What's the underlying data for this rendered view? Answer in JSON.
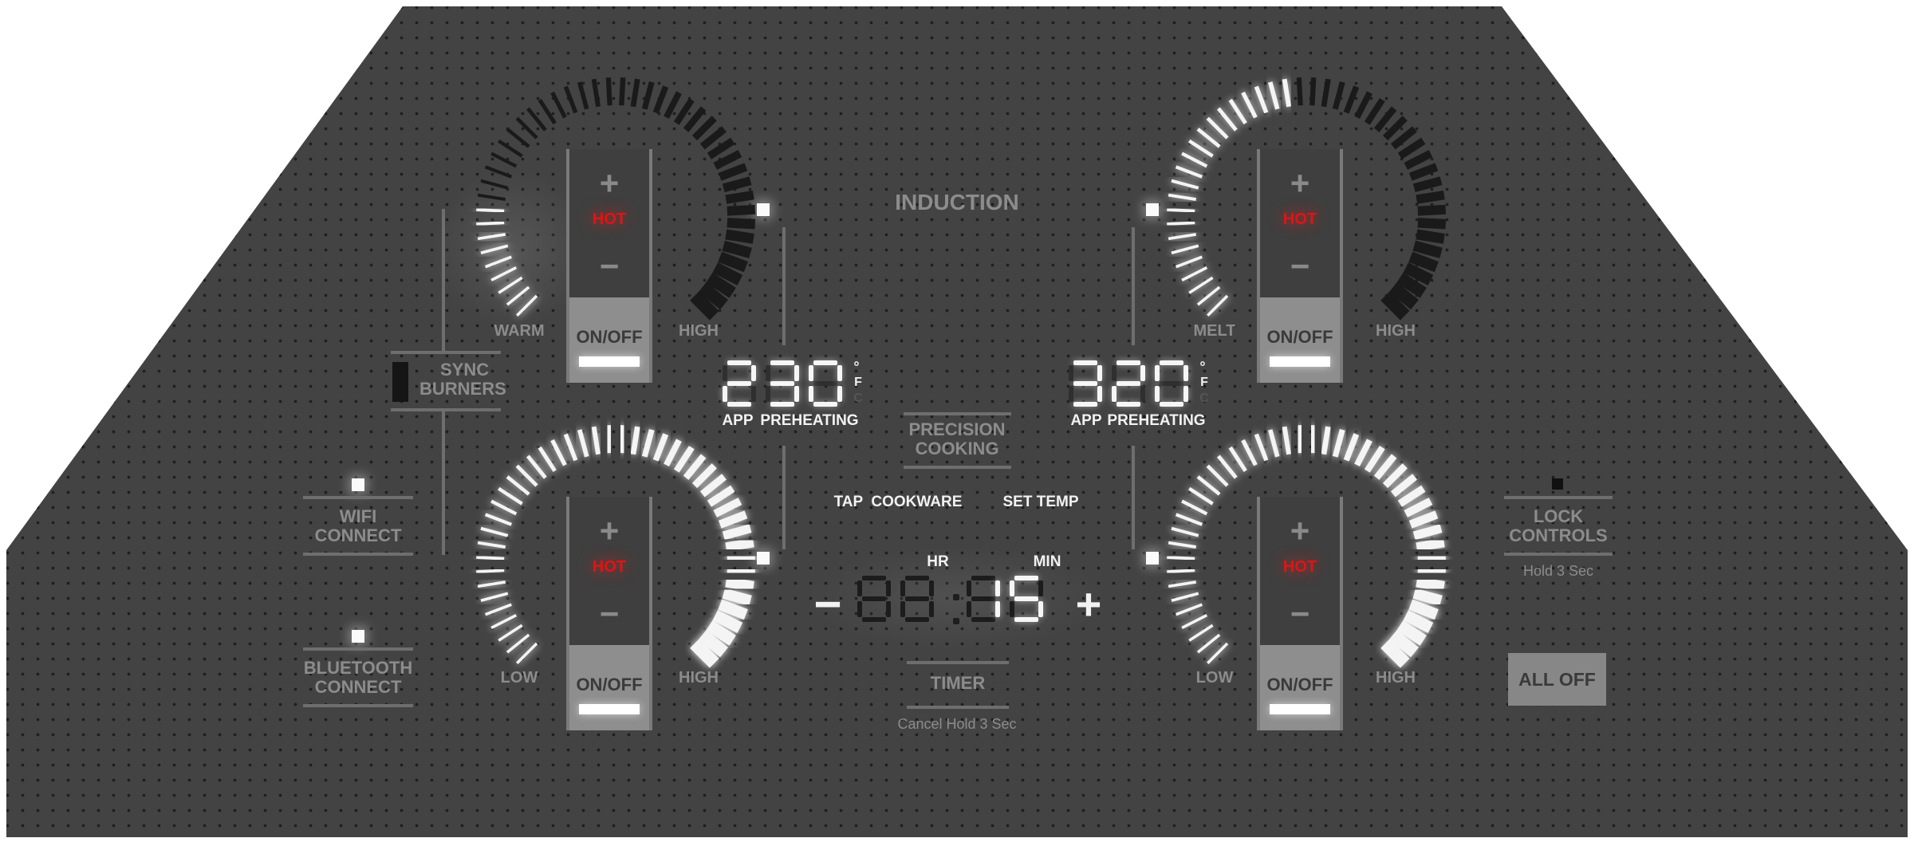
{
  "header": {
    "title": "INDUCTION"
  },
  "colors": {
    "lit": "#f4f4f4",
    "unlit": "#1a1a1a",
    "hot": "#e01414",
    "panel": "#434343"
  },
  "burners": [
    {
      "id": "top-left",
      "low_label": "WARM",
      "high_label": "HIGH",
      "hot_label": "HOT",
      "on_off_label": "ON/OFF",
      "plus": "+",
      "minus": "−",
      "power_level": 0.18
    },
    {
      "id": "top-right",
      "low_label": "MELT",
      "high_label": "HIGH",
      "hot_label": "HOT",
      "on_off_label": "ON/OFF",
      "plus": "+",
      "minus": "−",
      "power_level": 0.47
    },
    {
      "id": "bottom-left",
      "low_label": "LOW",
      "high_label": "HIGH",
      "hot_label": "HOT",
      "on_off_label": "ON/OFF",
      "plus": "+",
      "minus": "−",
      "power_level": 1.0
    },
    {
      "id": "bottom-right",
      "low_label": "LOW",
      "high_label": "HIGH",
      "hot_label": "HOT",
      "on_off_label": "ON/OFF",
      "plus": "+",
      "minus": "−",
      "power_level": 1.0
    }
  ],
  "temp_displays": [
    {
      "value": "230",
      "unit_f": "F",
      "unit_c": "C",
      "degree": "°",
      "app_label": "APP",
      "preheating_label": "PREHEATING"
    },
    {
      "value": "320",
      "unit_f": "F",
      "unit_c": "C",
      "degree": "°",
      "app_label": "APP",
      "preheating_label": "PREHEATING"
    }
  ],
  "precision": {
    "line1": "PRECISION",
    "line2": "COOKING",
    "tap_cookware": "TAP  COOKWARE",
    "set_temp": "SET TEMP"
  },
  "timer": {
    "hr_label": "HR",
    "min_label": "MIN",
    "hours": "",
    "minutes": "15",
    "minus": "−",
    "plus": "+",
    "label": "TIMER",
    "cancel_hint": "Cancel Hold 3 Sec"
  },
  "sync": {
    "line1": "SYNC",
    "line2": "BURNERS"
  },
  "wifi": {
    "line1": "WIFI",
    "line2": "CONNECT"
  },
  "bluetooth": {
    "line1": "BLUETOOTH",
    "line2": "CONNECT"
  },
  "lock": {
    "line1": "LOCK",
    "line2": "CONTROLS",
    "hint": "Hold 3 Sec"
  },
  "all_off": {
    "label": "ALL OFF"
  }
}
